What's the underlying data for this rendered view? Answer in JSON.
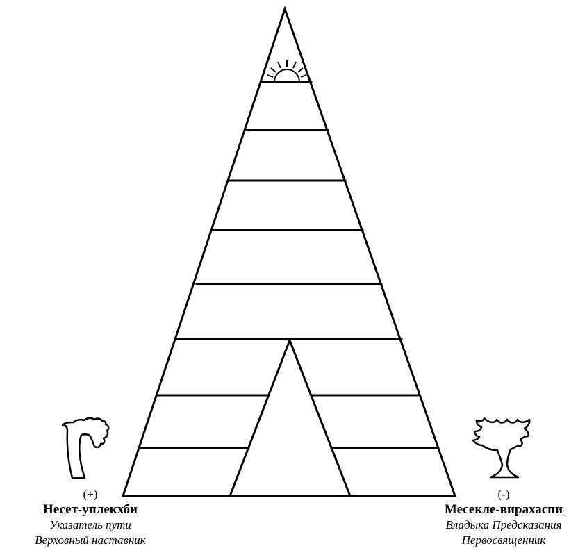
{
  "left": {
    "sign": "(+)",
    "name": "Несет-уплекхби",
    "title1": "Указатель пути",
    "title2": "Верховный наставник",
    "icon": "tree-glyph-icon"
  },
  "right": {
    "sign": "(-)",
    "name": "Месекле-вирахаспи",
    "title1": "Владыка Предсказания",
    "title2": "Первосвященник",
    "icon": "chalice-glyph-icon"
  },
  "apex_icon": "sun-icon",
  "colors": {
    "stroke": "#000000",
    "background": "#ffffff"
  }
}
